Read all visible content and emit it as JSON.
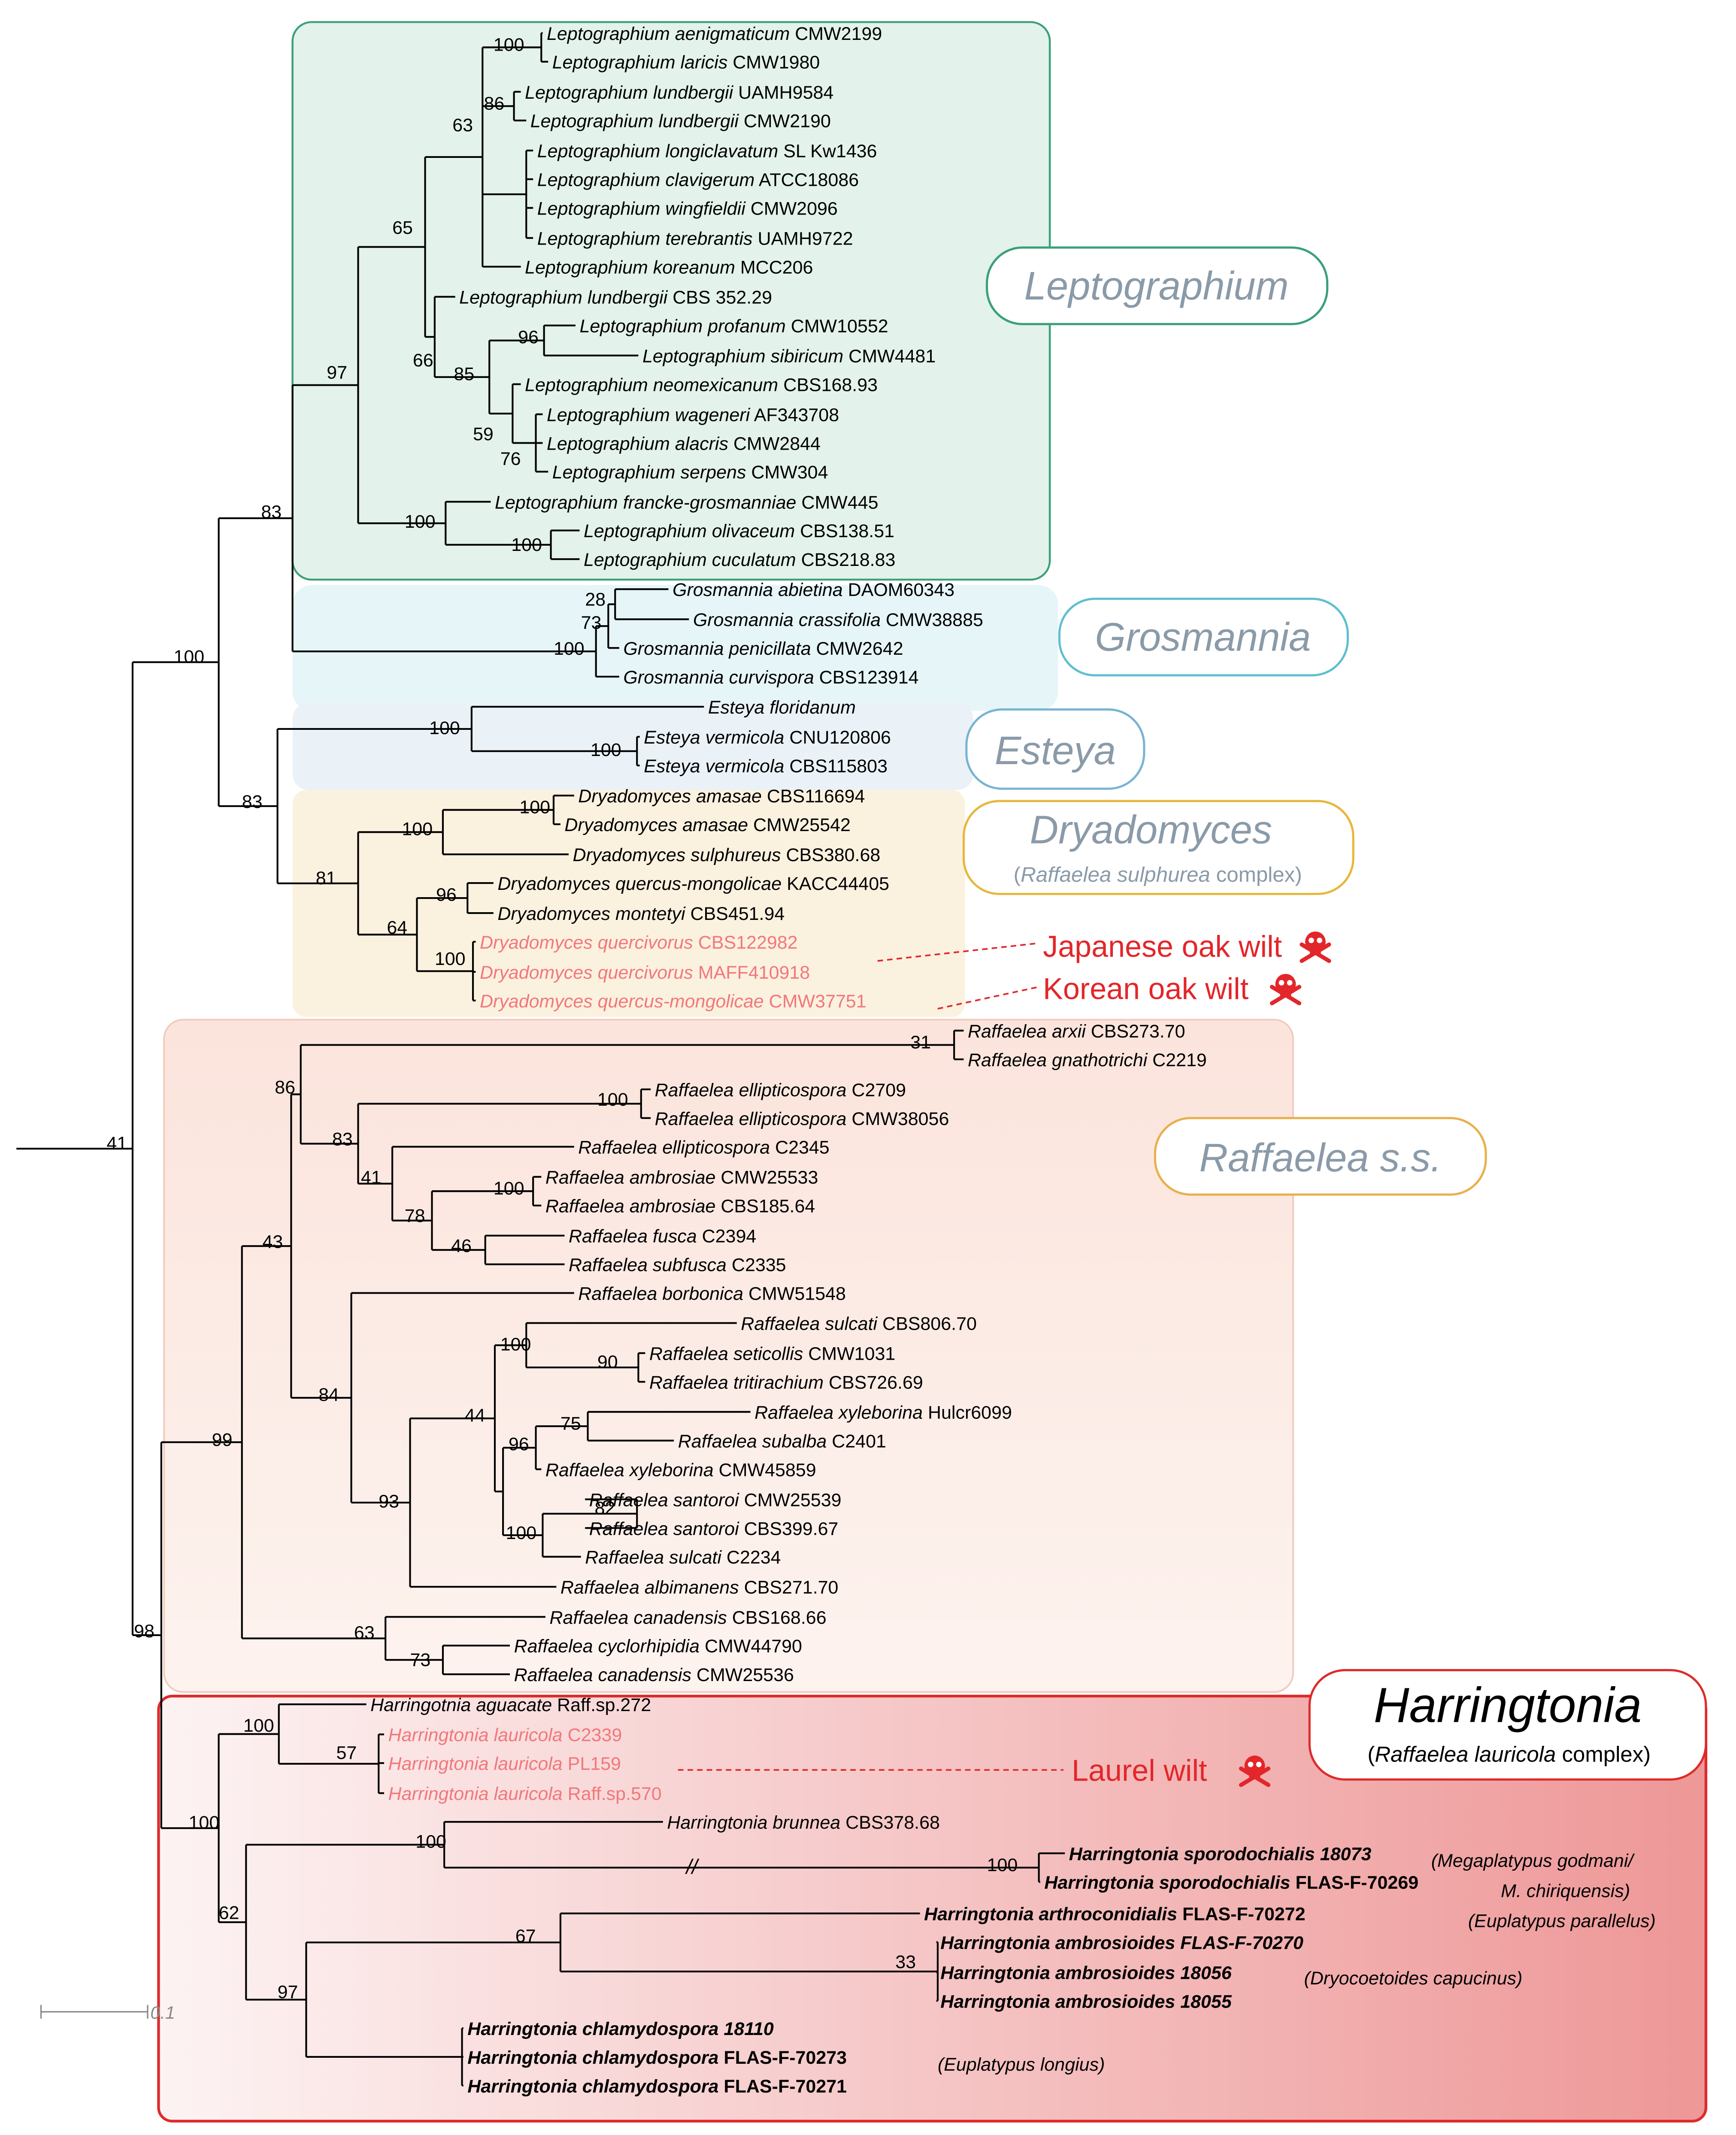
{
  "scale_label": "0.1",
  "clades": [
    {
      "id": "lepto",
      "label": "Leptographium",
      "color": "#3aa078",
      "fill": "#e3f2ea"
    },
    {
      "id": "gros",
      "label": "Grosmannia",
      "color": "#5fbfcf",
      "fill": "#e6f5f8"
    },
    {
      "id": "est",
      "label": "Esteya",
      "color": "#78b4d2",
      "fill": "#eaf2f8"
    },
    {
      "id": "dry",
      "label": "Dryadomyces",
      "sub_pre": "(",
      "sub_it": "Raffaelea sulphurea",
      "sub_post": " complex)",
      "color": "#e6b73c",
      "fill": "#fbf1df"
    },
    {
      "id": "raf",
      "label": "Raffaelea s.s.",
      "color": "#e8b04c",
      "fill": "#fbe9e3"
    },
    {
      "id": "har",
      "label": "Harringtonia",
      "sub_pre": "(",
      "sub_it": "Raffaelea lauricola",
      "sub_post": " complex)",
      "color": "#dd2b2b",
      "fill": "#f2aaaa"
    }
  ],
  "disease": [
    {
      "label": "Japanese oak wilt",
      "icon": "skull-crossbones-icon"
    },
    {
      "label": "Korean oak wilt",
      "icon": "skull-crossbones-icon"
    },
    {
      "label": "Laurel wilt",
      "icon": "skull-crossbones-icon"
    }
  ],
  "bootstrap": [
    "100",
    "86",
    "63",
    "65",
    "96",
    "66",
    "85",
    "59",
    "76",
    "97",
    "100",
    "100",
    "83",
    "28",
    "73",
    "100",
    "100",
    "100",
    "100",
    "83",
    "100",
    "100",
    "81",
    "96",
    "64",
    "100",
    "31",
    "86",
    "100",
    "83",
    "100",
    "41",
    "78",
    "46",
    "43",
    "100",
    "90",
    "84",
    "75",
    "96",
    "44",
    "100",
    "82",
    "93",
    "99",
    "63",
    "73",
    "98",
    "41",
    "100",
    "57",
    "100",
    "100",
    "67",
    "33",
    "62",
    "97",
    "100"
  ],
  "taxa": [
    {
      "g": "Leptographium",
      "s": "aenigmaticum",
      "id": "CMW2199"
    },
    {
      "g": "Leptographium",
      "s": "laricis",
      "id": "CMW1980"
    },
    {
      "g": "Leptographium",
      "s": "lundbergii",
      "id": "UAMH9584"
    },
    {
      "g": "Leptographium",
      "s": "lundbergii",
      "id": "CMW2190"
    },
    {
      "g": "Leptographium",
      "s": "longiclavatum",
      "id": "SL Kw1436"
    },
    {
      "g": "Leptographium",
      "s": "clavigerum",
      "id": "ATCC18086"
    },
    {
      "g": "Leptographium",
      "s": "wingfieldii",
      "id": "CMW2096"
    },
    {
      "g": "Leptographium",
      "s": "terebrantis",
      "id": "UAMH9722"
    },
    {
      "g": "Leptographium",
      "s": "koreanum",
      "id": "MCC206"
    },
    {
      "g": "Leptographium",
      "s": "lundbergii",
      "id": "CBS 352.29"
    },
    {
      "g": "Leptographium",
      "s": "profanum",
      "id": "CMW10552"
    },
    {
      "g": "Leptographium",
      "s": "sibiricum",
      "id": "CMW4481"
    },
    {
      "g": "Leptographium",
      "s": "neomexicanum",
      "id": "CBS168.93"
    },
    {
      "g": "Leptographium",
      "s": "wageneri",
      "id": "AF343708"
    },
    {
      "g": "Leptographium",
      "s": "alacris",
      "id": "CMW2844"
    },
    {
      "g": "Leptographium",
      "s": "serpens",
      "id": "CMW304"
    },
    {
      "g": "Leptographium",
      "s": "francke-grosmanniae",
      "id": "CMW445"
    },
    {
      "g": "Leptographium",
      "s": "olivaceum",
      "id": "CBS138.51"
    },
    {
      "g": "Leptographium",
      "s": "cuculatum",
      "id": "CBS218.83"
    },
    {
      "g": "Grosmannia",
      "s": "abietina",
      "id": "DAOM60343"
    },
    {
      "g": "Grosmannia",
      "s": "crassifolia",
      "id": "CMW38885"
    },
    {
      "g": "Grosmannia",
      "s": "penicillata",
      "id": "CMW2642"
    },
    {
      "g": "Grosmannia",
      "s": "curvispora",
      "id": "CBS123914"
    },
    {
      "g": "Esteya",
      "s": "floridanum",
      "id": ""
    },
    {
      "g": "Esteya",
      "s": "vermicola",
      "id": "CNU120806"
    },
    {
      "g": "Esteya",
      "s": "vermicola",
      "id": "CBS115803"
    },
    {
      "g": "Dryadomyces",
      "s": "amasae",
      "id": "CBS116694"
    },
    {
      "g": "Dryadomyces",
      "s": "amasae",
      "id": "CMW25542"
    },
    {
      "g": "Dryadomyces",
      "s": "sulphureus",
      "id": "CBS380.68"
    },
    {
      "g": "Dryadomyces",
      "s": "quercus-mongolicae",
      "id": "KACC44405"
    },
    {
      "g": "Dryadomyces",
      "s": "montetyi",
      "id": "CBS451.94"
    },
    {
      "g": "Dryadomyces",
      "s": "quercivorus",
      "id": "CBS122982",
      "c": "pink"
    },
    {
      "g": "Dryadomyces",
      "s": "quercivorus",
      "id": "MAFF410918",
      "c": "pink"
    },
    {
      "g": "Dryadomyces",
      "s": "quercus-mongolicae",
      "id": "CMW37751",
      "c": "pink"
    },
    {
      "g": "Raffaelea",
      "s": "arxii",
      "id": "CBS273.70"
    },
    {
      "g": "Raffaelea",
      "s": "gnathotrichi",
      "id": "C2219"
    },
    {
      "g": "Raffaelea",
      "s": "ellipticospora",
      "id": "C2709"
    },
    {
      "g": "Raffaelea",
      "s": "ellipticospora",
      "id": "CMW38056"
    },
    {
      "g": "Raffaelea",
      "s": "ellipticospora",
      "id": "C2345"
    },
    {
      "g": "Raffaelea",
      "s": "ambrosiae",
      "id": "CMW25533"
    },
    {
      "g": "Raffaelea",
      "s": "ambrosiae",
      "id": "CBS185.64"
    },
    {
      "g": "Raffaelea",
      "s": "fusca",
      "id": "C2394"
    },
    {
      "g": "Raffaelea",
      "s": "subfusca",
      "id": "C2335"
    },
    {
      "g": "Raffaelea",
      "s": "borbonica",
      "id": "CMW51548"
    },
    {
      "g": "Raffaelea",
      "s": "sulcati",
      "id": "CBS806.70"
    },
    {
      "g": "Raffaelea",
      "s": "seticollis",
      "id": "CMW1031"
    },
    {
      "g": "Raffaelea",
      "s": "tritirachium",
      "id": "CBS726.69"
    },
    {
      "g": "Raffaelea",
      "s": "xyleborina",
      "id": "Hulcr6099"
    },
    {
      "g": "Raffaelea",
      "s": "subalba",
      "id": "C2401"
    },
    {
      "g": "Raffaelea",
      "s": "xyleborina",
      "id": "CMW45859"
    },
    {
      "g": "Raffaelea",
      "s": "santoroi",
      "id": "CMW25539"
    },
    {
      "g": "Raffaelea",
      "s": "santoroi",
      "id": "CBS399.67"
    },
    {
      "g": "Raffaelea",
      "s": "sulcati",
      "id": "C2234"
    },
    {
      "g": "Raffaelea",
      "s": "albimanens",
      "id": "CBS271.70"
    },
    {
      "g": "Raffaelea",
      "s": "canadensis",
      "id": "CBS168.66"
    },
    {
      "g": "Raffaelea",
      "s": "cyclorhipidia",
      "id": "CMW44790"
    },
    {
      "g": "Raffaelea",
      "s": "canadensis",
      "id": "CMW25536"
    },
    {
      "g": "Harringotnia",
      "s": "aguacate",
      "id": "Raff.sp.272"
    },
    {
      "g": "Harringtonia",
      "s": "lauricola",
      "id": "C2339",
      "c": "pink"
    },
    {
      "g": "Harringtonia",
      "s": "lauricola",
      "id": "PL159",
      "c": "pink"
    },
    {
      "g": "Harringtonia",
      "s": "lauricola",
      "id": "Raff.sp.570",
      "c": "pink"
    },
    {
      "g": "Harringtonia",
      "s": "brunnea",
      "id": "CBS378.68"
    },
    {
      "g": "Harringtonia",
      "s": "sporodochialis",
      "id": "18073",
      "b": true,
      "bi": true,
      "note": "(Megaplatypus godmani/"
    },
    {
      "g": "Harringtonia",
      "s": "sporodochialis",
      "id": "FLAS-F-70269",
      "b": true,
      "note": "M. chiriquensis)"
    },
    {
      "g": "Harringtonia",
      "s": "arthroconidialis",
      "id": "FLAS-F-70272",
      "b": true,
      "note": "(Euplatypus parallelus)"
    },
    {
      "g": "Harringtonia",
      "s": "ambrosioides",
      "id": "FLAS-F-70270",
      "b": true,
      "bi": true
    },
    {
      "g": "Harringtonia",
      "s": "ambrosioides",
      "id": "18056",
      "b": true,
      "bi": true,
      "note": "(Dryocoetoides capucinus)"
    },
    {
      "g": "Harringtonia",
      "s": "ambrosioides",
      "id": "18055",
      "b": true,
      "bi": true
    },
    {
      "g": "Harringtonia",
      "s": "chlamydospora",
      "id": "18110",
      "b": true,
      "bi": true
    },
    {
      "g": "Harringtonia",
      "s": "chlamydospora",
      "id": "FLAS-F-70273",
      "b": true,
      "note": "(Euplatypus longius)"
    },
    {
      "g": "Harringtonia",
      "s": "chlamydospora",
      "id": "FLAS-F-70271",
      "b": true
    }
  ]
}
